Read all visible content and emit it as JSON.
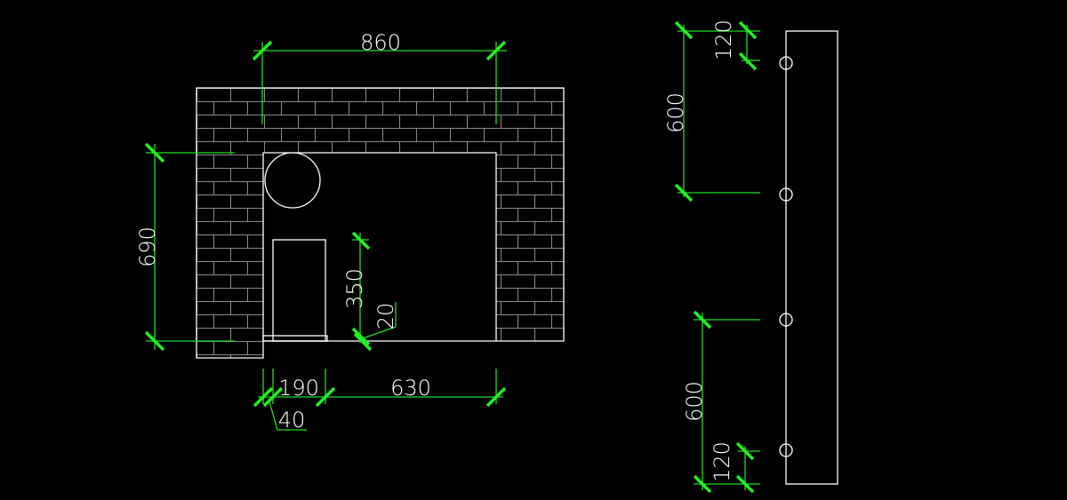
{
  "drawing": {
    "colors": {
      "background": "#000000",
      "geometry": "#ffffff",
      "dimension": "#22dd22"
    },
    "front_elevation": {
      "dimensions": {
        "top_width": "860",
        "height": "690",
        "window_height": "350",
        "sill": "20",
        "left_gap": "190",
        "right_width": "630",
        "frame": "40"
      }
    },
    "side_view": {
      "dimensions": {
        "top_offset": "120",
        "top_spacing": "600",
        "bottom_spacing": "600",
        "bottom_offset": "120"
      },
      "hole_count": 4
    }
  }
}
